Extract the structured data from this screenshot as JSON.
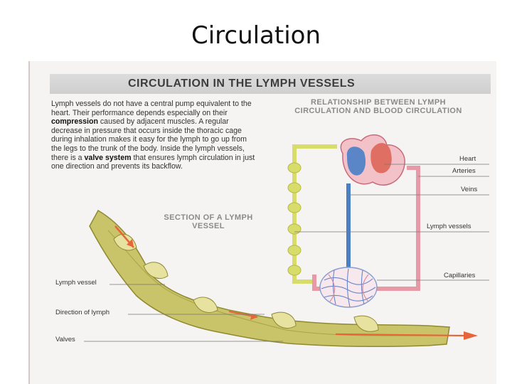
{
  "slide": {
    "title": "Circulation"
  },
  "figure": {
    "banner": "CIRCULATION IN THE LYMPH VESSELS",
    "body_text": {
      "part1": "Lymph vessels do not have a central pump equivalent to the heart. Their performance depends especially on their ",
      "bold1": "compression",
      "part2": " caused by adjacent muscles. A regular decrease in pressure that occurs inside the thoracic cage during inhalation makes it easy for the lymph to go up from the legs to the trunk of the body. Inside the lymph vessels, there is a ",
      "bold2": "valve system",
      "part3": " that ensures lymph circulation in just one direction and prevents its backflow."
    },
    "relationship_title": "RELATIONSHIP BETWEEN LYMPH CIRCULATION AND BLOOD CIRCULATION",
    "section_title": "SECTION OF A LYMPH VESSEL",
    "right_labels": {
      "heart": "Heart",
      "arteries": "Arteries",
      "veins": "Veins",
      "lymph_vessels": "Lymph vessels",
      "capillaries": "Capillaries"
    },
    "left_labels": {
      "lymph_vessel": "Lymph vessel",
      "direction": "Direction of lymph",
      "valves": "Valves"
    },
    "colors": {
      "lymph": "#d8dc6a",
      "vein": "#4a7fc4",
      "artery": "#e79aa6",
      "vessel_fill": "#c9c36a",
      "arrow": "#e8643a"
    }
  }
}
